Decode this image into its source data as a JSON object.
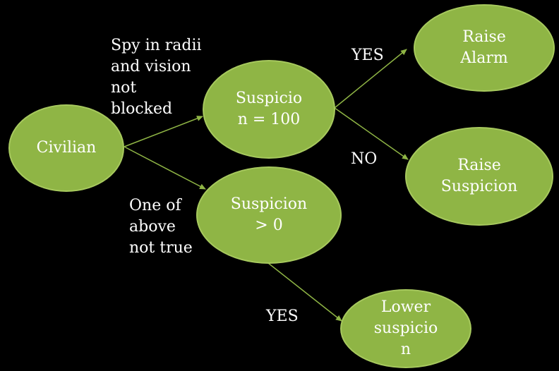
{
  "colors": {
    "background": "#000000",
    "node_fill": "#8fb545",
    "edge": "#8fb545",
    "text": "#ffffff"
  },
  "nodes": {
    "civilian": "Civilian",
    "suspicion_100": "Suspicio\nn = 100",
    "suspicion_gt0": "Suspicion\n> 0",
    "raise_alarm": "Raise\nAlarm",
    "raise_suspicion": "Raise\nSuspicion",
    "lower_suspicion": "Lower\nsuspicio\nn"
  },
  "edge_labels": {
    "spy_condition": "Spy in radii\nand vision\nnot\nblocked",
    "other_condition": "One of\nabove\nnot true",
    "yes_alarm": "YES",
    "no_suspicion": "NO",
    "yes_lower": "YES"
  }
}
